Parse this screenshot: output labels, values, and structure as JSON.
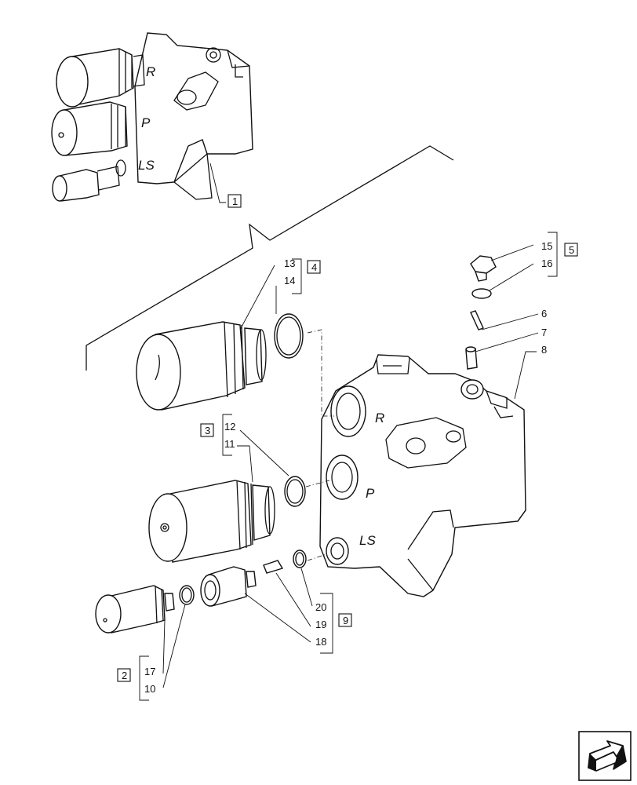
{
  "callouts": {
    "c1": "1",
    "c2": "2",
    "c3": "3",
    "c4": "4",
    "c5": "5",
    "c6": "6",
    "c7": "7",
    "c8": "8",
    "c9": "9",
    "c10": "10",
    "c11": "11",
    "c12": "12",
    "c13": "13",
    "c14": "14",
    "c15": "15",
    "c16": "16",
    "c17": "17",
    "c18": "18",
    "c19": "19",
    "c20": "20"
  },
  "ports": {
    "r": "R",
    "p": "P",
    "ls": "LS"
  },
  "navigation": {
    "icon": "next-page-arrow-icon"
  }
}
